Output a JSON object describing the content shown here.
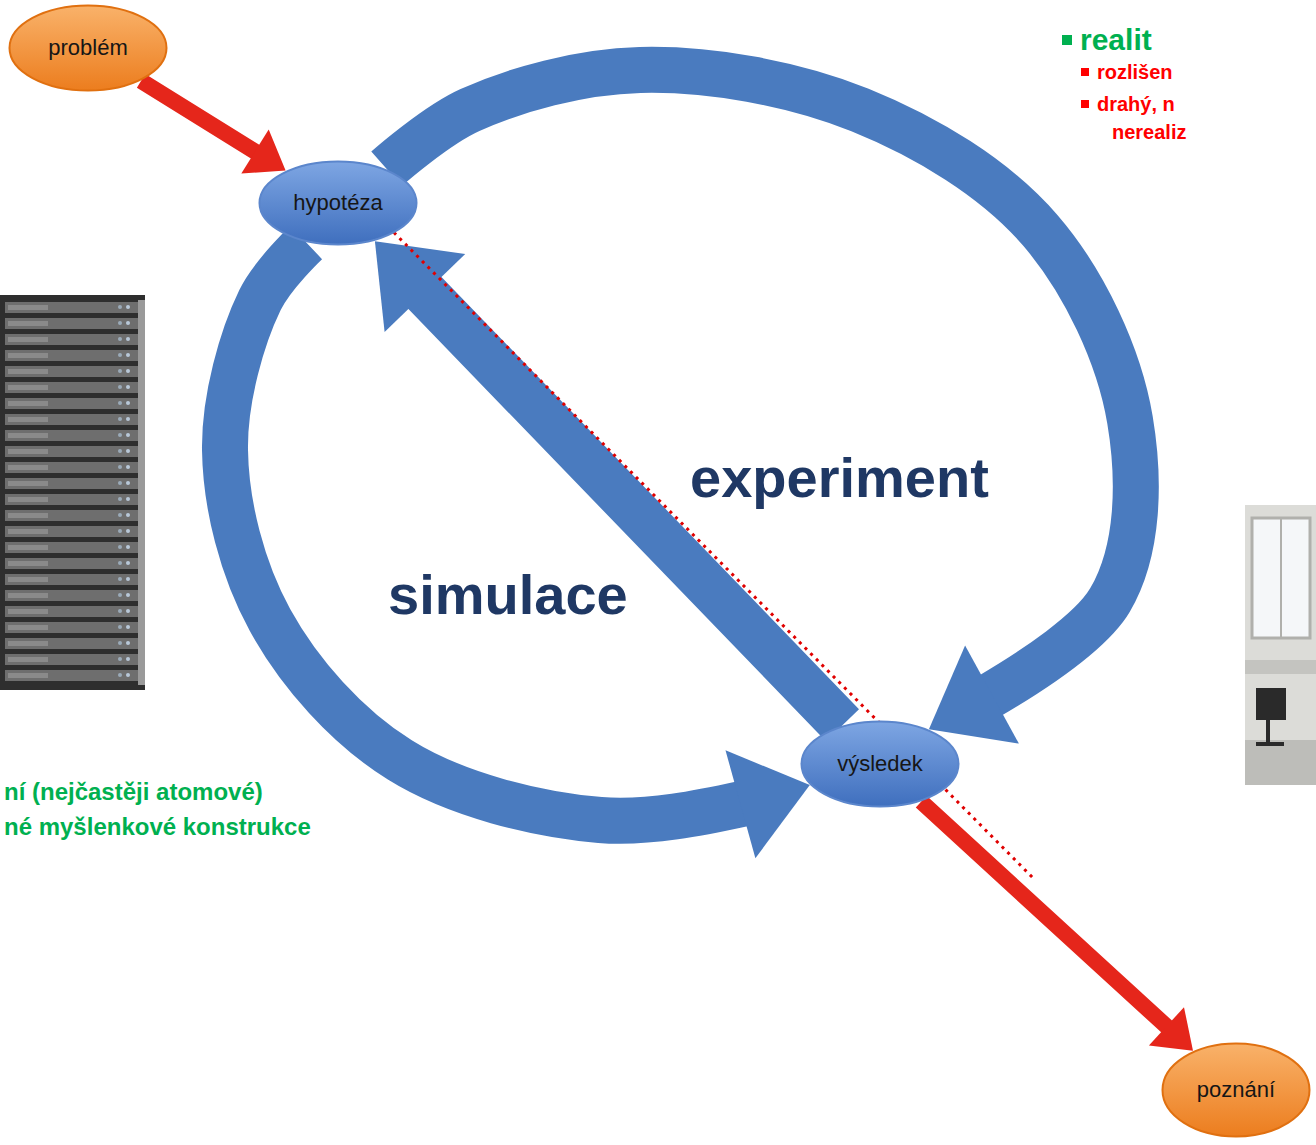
{
  "diagram": {
    "nodes": [
      {
        "text": [
          "problém"
        ]
      },
      {
        "text": [
          "hypotéza"
        ]
      },
      {
        "text": [
          "výsledek"
        ]
      },
      {
        "text": [
          "poznání"
        ]
      }
    ],
    "edges": [
      {
        "from": 0,
        "to": 1,
        "arrow": "to"
      },
      {
        "from": 1,
        "to": 2,
        "label": "experiment",
        "arrow": "to"
      },
      {
        "from": 1,
        "to": 2,
        "label": "simulace",
        "arrow": "to"
      },
      {
        "from": 2,
        "to": 1,
        "arrow": "to"
      },
      {
        "from": 2,
        "to": 3,
        "arrow": "to"
      }
    ],
    "labels": [
      "realit",
      "rozlišen",
      "drahý, n",
      "nerealiz",
      "ní (nejčastěji atomové)",
      "né myšlenkové konstrukce"
    ]
  }
}
